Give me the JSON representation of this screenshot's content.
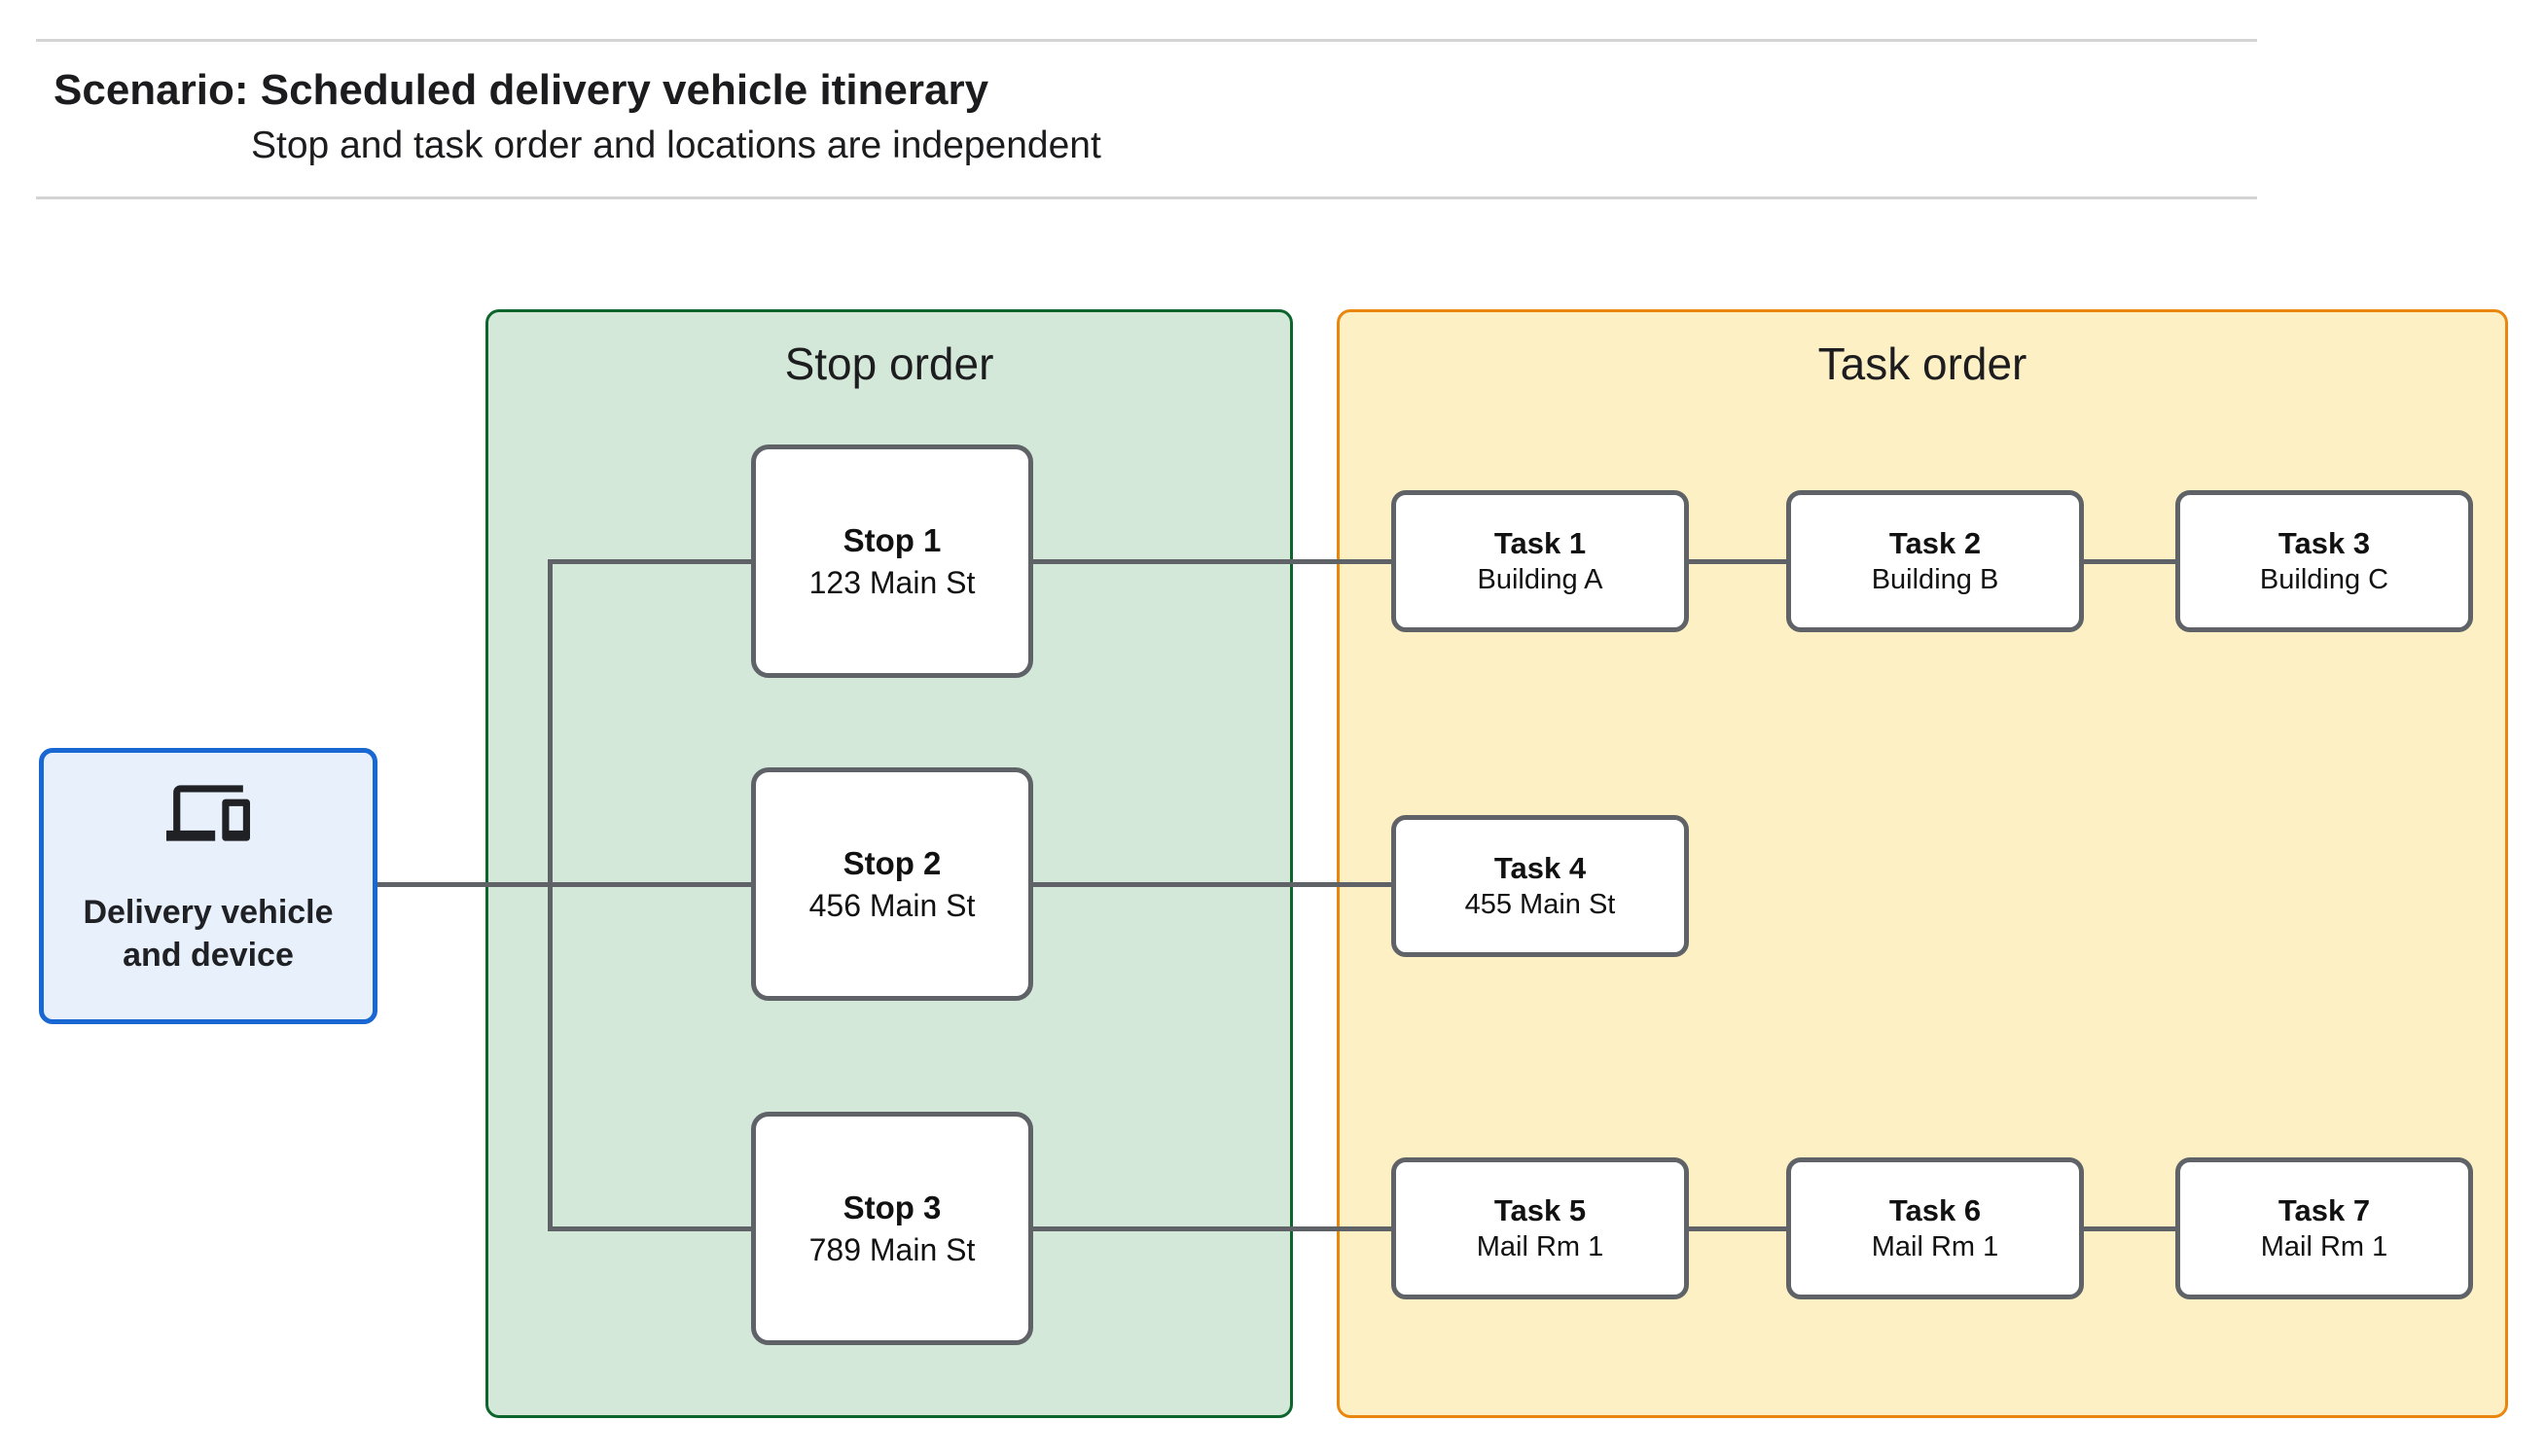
{
  "header": {
    "title": "Scenario: Scheduled delivery vehicle itinerary",
    "subtitle": "Stop and task order and locations are independent"
  },
  "device": {
    "label": "Delivery vehicle and device",
    "icon": "devices-icon"
  },
  "stop_panel": {
    "title": "Stop order",
    "stops": [
      {
        "name": "Stop 1",
        "location": "123 Main St"
      },
      {
        "name": "Stop 2",
        "location": "456 Main St"
      },
      {
        "name": "Stop 3",
        "location": "789 Main St"
      }
    ]
  },
  "task_panel": {
    "title": "Task order",
    "tasks": [
      {
        "name": "Task 1",
        "location": "Building A"
      },
      {
        "name": "Task 2",
        "location": "Building B"
      },
      {
        "name": "Task 3",
        "location": "Building C"
      },
      {
        "name": "Task 4",
        "location": "455 Main St"
      },
      {
        "name": "Task 5",
        "location": "Mail Rm 1"
      },
      {
        "name": "Task 6",
        "location": "Mail Rm 1"
      },
      {
        "name": "Task 7",
        "location": "Mail Rm 1"
      }
    ]
  },
  "colors": {
    "stop_panel_fill": "#d3e8d9",
    "stop_panel_border": "#0d652d",
    "task_panel_fill": "#fdf0c5",
    "task_panel_border": "#e8860d",
    "device_fill": "#e8f0fc",
    "device_border": "#1967d2",
    "connector": "#5f6368",
    "node_border": "#5f6368",
    "divider": "#d4d4d4"
  }
}
